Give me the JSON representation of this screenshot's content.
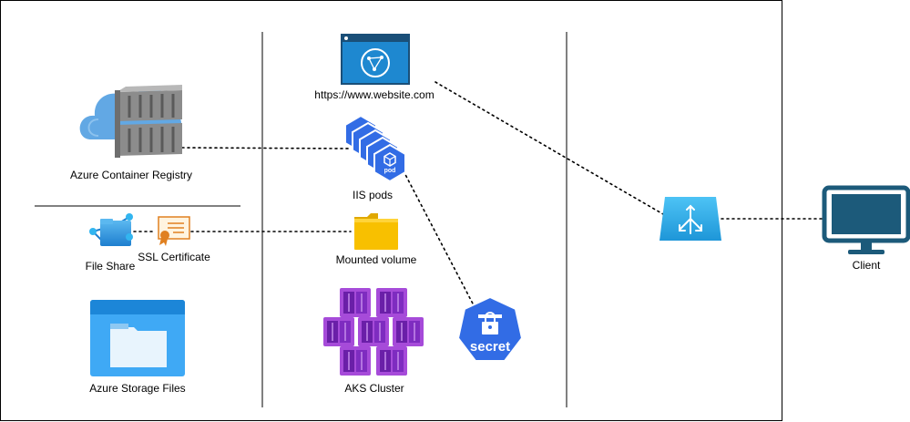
{
  "labels": {
    "acr": "Azure Container Registry",
    "file_share": "File Share",
    "ssl": "SSL Certificate",
    "storage": "Azure Storage Files",
    "website": "https://www.website.com",
    "iis": "IIS pods",
    "volume": "Mounted volume",
    "aks": "AKS Cluster",
    "client": "Client"
  },
  "icon_text": {
    "pod": "pod",
    "secret": "secret"
  },
  "icons": {
    "acr": "azure-container-registry-icon",
    "file_share": "file-share-icon",
    "ssl": "certificate-icon",
    "storage": "azure-storage-files-icon",
    "website": "browser-window-icon",
    "pods": "kubernetes-pod-icon",
    "volume": "folder-icon",
    "aks": "aks-cluster-icon",
    "secret": "kubernetes-secret-icon",
    "load_balancer": "load-balancer-icon",
    "client": "monitor-icon"
  },
  "colors": {
    "azure_blue": "#0078D4",
    "light_blue": "#50A0E0",
    "k8s_blue": "#326CE5",
    "aks_purple": "#8A35C8",
    "folder_yellow": "#F8C000",
    "lb_blue": "#2BA8E8",
    "monitor_blue": "#1C5A7A",
    "cert_orange": "#E08020"
  }
}
